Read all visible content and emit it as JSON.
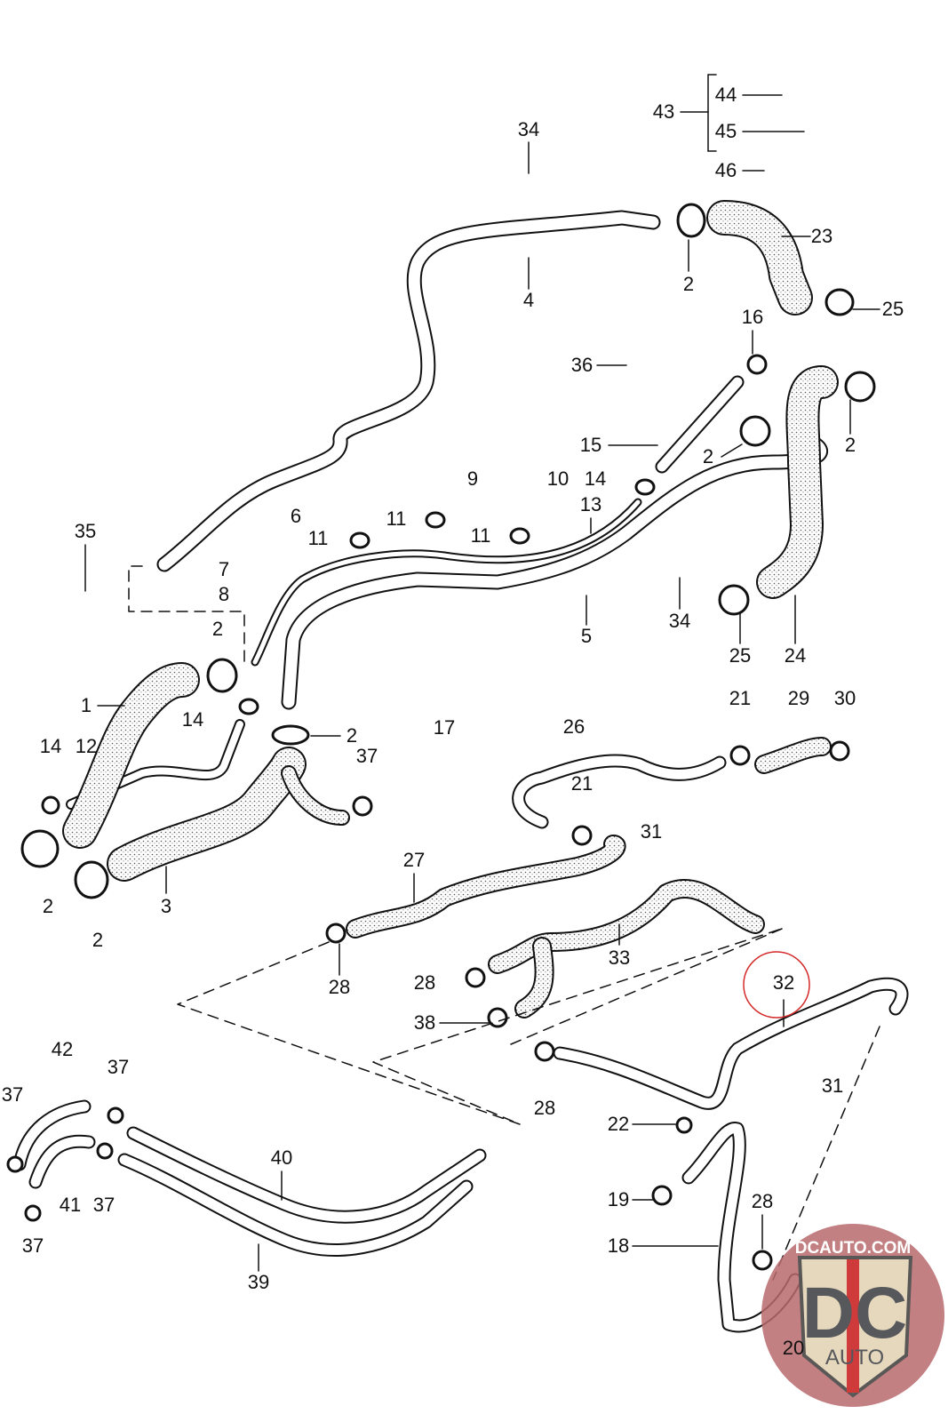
{
  "diagram": {
    "callouts": [
      "43",
      "44",
      "45",
      "46",
      "34",
      "4",
      "2",
      "23",
      "25",
      "16",
      "36",
      "2",
      "15",
      "2",
      "9",
      "10",
      "14",
      "6",
      "13",
      "11",
      "11",
      "11",
      "35",
      "7",
      "8",
      "34",
      "5",
      "25",
      "24",
      "2",
      "1",
      "14",
      "2",
      "21",
      "29",
      "30",
      "17",
      "26",
      "14",
      "12",
      "37",
      "21",
      "31",
      "2",
      "3",
      "2",
      "27",
      "33",
      "28",
      "28",
      "32",
      "38",
      "31",
      "28",
      "42",
      "37",
      "37",
      "22",
      "40",
      "19",
      "28",
      "41",
      "37",
      "37",
      "18",
      "39",
      "20"
    ],
    "highlighted_callout": "32",
    "highlight_color": "#d42a2a"
  },
  "watermark": {
    "site": "DCAUTO.COM",
    "mark": "DC",
    "sub": "AUTO"
  }
}
